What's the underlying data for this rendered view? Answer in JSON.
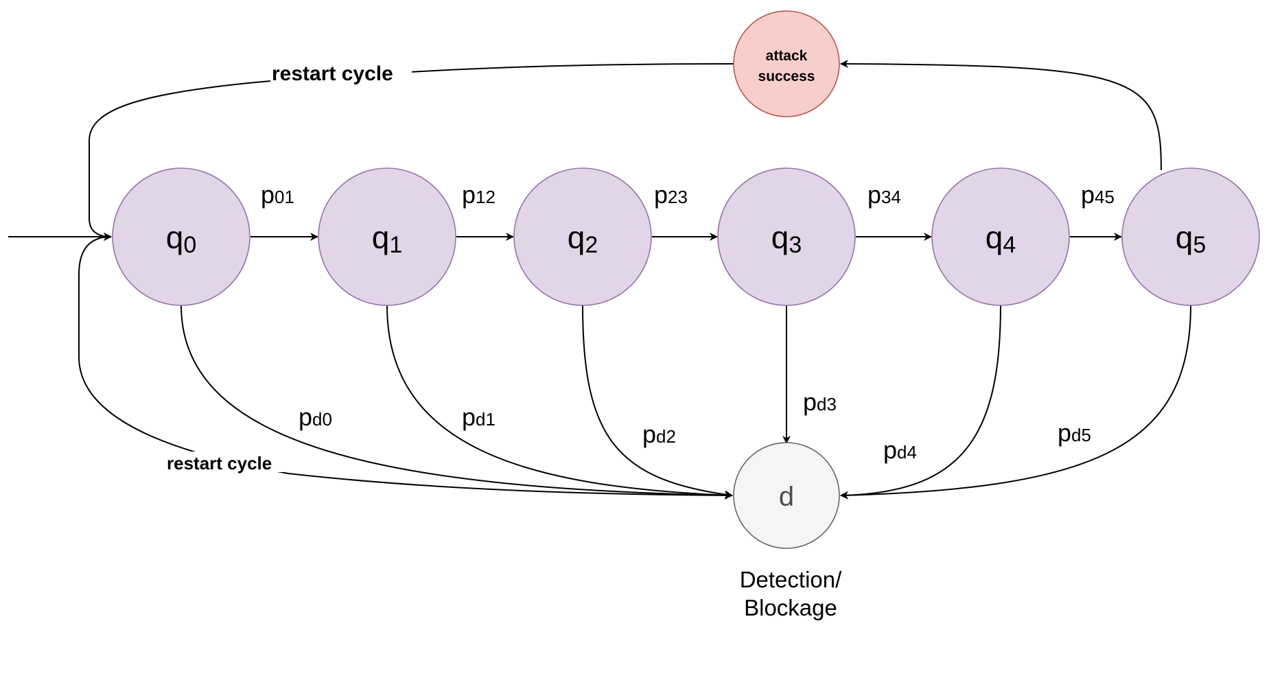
{
  "colors": {
    "state_fill": "#e1d5e7",
    "state_stroke": "#9673a6",
    "success_fill": "#f8cecc",
    "success_stroke": "#b85450",
    "detection_fill": "#f5f5f5",
    "detection_stroke": "#666666",
    "edge": "#000000"
  },
  "states": [
    {
      "base": "q",
      "sub": "0"
    },
    {
      "base": "q",
      "sub": "1"
    },
    {
      "base": "q",
      "sub": "2"
    },
    {
      "base": "q",
      "sub": "3"
    },
    {
      "base": "q",
      "sub": "4"
    },
    {
      "base": "q",
      "sub": "5"
    }
  ],
  "forward_edges": [
    {
      "base": "p",
      "sub": "01"
    },
    {
      "base": "p",
      "sub": "12"
    },
    {
      "base": "p",
      "sub": "23"
    },
    {
      "base": "p",
      "sub": "34"
    },
    {
      "base": "p",
      "sub": "45"
    }
  ],
  "detection_edges": [
    {
      "base": "p",
      "sub": "d0"
    },
    {
      "base": "p",
      "sub": "d1"
    },
    {
      "base": "p",
      "sub": "d2"
    },
    {
      "base": "p",
      "sub": "d3"
    },
    {
      "base": "p",
      "sub": "d4"
    },
    {
      "base": "p",
      "sub": "d5"
    }
  ],
  "success_node": {
    "line1": "attack",
    "line2": "success"
  },
  "detection_node": {
    "label": "d",
    "caption_line1": "Detection/",
    "caption_line2": "Blockage"
  },
  "restart_top_label": "restart cycle",
  "restart_bottom_label": "restart cycle"
}
